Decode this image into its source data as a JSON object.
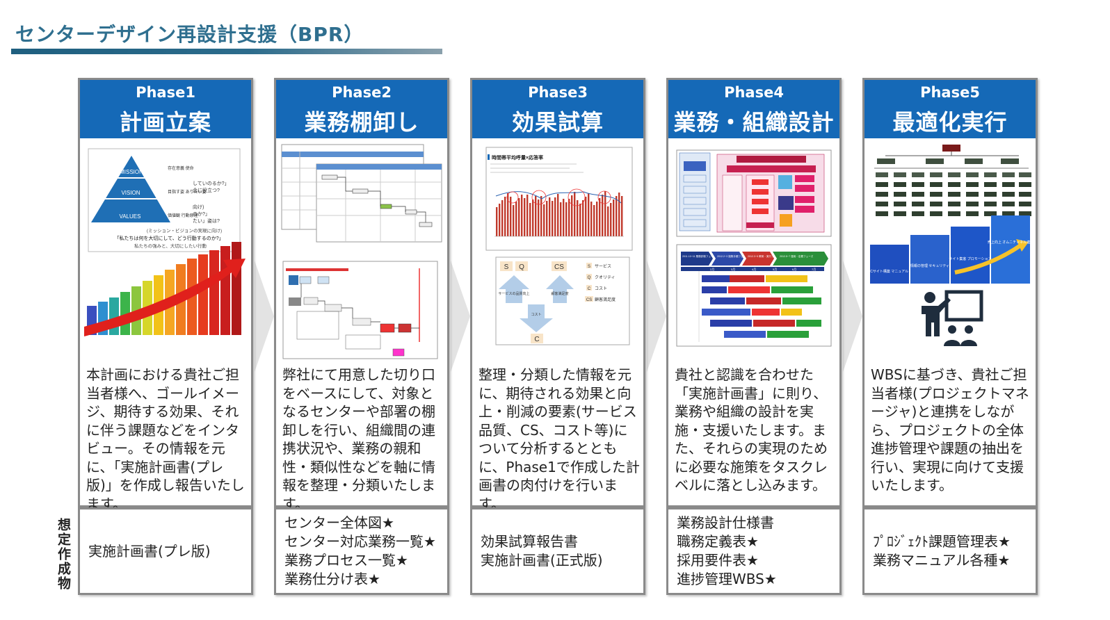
{
  "title": "センターデザイン再設計支援（BPR）",
  "outputs_label": "想定作成物",
  "phases": [
    {
      "num": "Phase1",
      "name": "計画立案",
      "description": "本計画における貴社ご担当者様へ、ゴールイメージ、期待する効果、それに伴う課題などをインタビュー。その情報を元に、「実施計画書(プレ版)」を作成し報告いたします。",
      "outputs": [
        "実施計画書(プレ版)"
      ],
      "illustration": {
        "pyramid_levels": [
          "MISSION",
          "VISION",
          "VALUES"
        ],
        "side_labels": [
          "存在意義 使命",
          "目指す姿 ありたい姿",
          "価値観 行動原理"
        ],
        "callouts": [
          "していのるか?」",
          "会に役立つ?",
          "向け)",
          "のか?」",
          "たい」姿は?"
        ],
        "caption_1": "(ミッション・ビジョンの実現に向け)",
        "caption_2": "「私たちは何を大切にして、どう行動するのか?」",
        "caption_3": "私たちの強みと、大切にしたい行動"
      }
    },
    {
      "num": "Phase2",
      "name": "業務棚卸し",
      "description": "弊社にて用意した切り口をベースにして、対象となるセンターや部署の棚卸しを行い、組織間の連携状況や、業務の親和性・類似性などを軸に情報を整理・分類いたします。",
      "outputs": [
        "センター全体図★",
        "センター対応業務一覧★",
        "業務プロセス一覧★",
        "業務仕分け表★"
      ]
    },
    {
      "num": "Phase3",
      "name": "効果試算",
      "description": "整理・分類した情報を元に、期待される効果と向上・削減の要素(サービス品質、CS、コスト等)について分析するとともに、Phase1で作成した計画書の肉付けを行います。",
      "outputs": [
        "効果試算報告書",
        "実施計画書(正式版)"
      ],
      "illustration": {
        "chart_title": "時間帯平均呼量×応答率",
        "sqcs": [
          "S",
          "Q",
          "CS",
          "C"
        ],
        "arrow_labels": [
          "サービスの品質向上",
          "顧客満足度",
          "コスト"
        ],
        "legend": [
          {
            "key": "S",
            "label": "サービス"
          },
          {
            "key": "Q",
            "label": "クオリティ"
          },
          {
            "key": "C",
            "label": "コスト"
          },
          {
            "key": "CS",
            "label": "顧客満足度"
          }
        ]
      }
    },
    {
      "num": "Phase4",
      "name": "業務・組織設計",
      "description": "貴社と認識を合わせた「実施計画書」に則り、業務や組織の設計を実施・支援いたします。また、それらの実現のために必要な施策をタスクレベルに落とし込みます。",
      "outputs": [
        "業務設計仕様書",
        "職務定義表★",
        "採用要件表★",
        "進捗管理WBS★"
      ],
      "illustration": {
        "periods": [
          "2011.10~11 業務診断フェーズ",
          "2012.2~3 施策手順フェーズ",
          "2012.3~5 教育・実行フェーズ",
          "2012.5~7 運用・定着フェーズ"
        ],
        "months": [
          "2月",
          "3月",
          "4月",
          "5月",
          "6月",
          "7月"
        ]
      }
    },
    {
      "num": "Phase5",
      "name": "最適化実行",
      "description": "WBSに基づき、貴社ご担当者様(プロジェクトマネージャ)と連携をしながら、プロジェクトの全体進捗管理や課題の抽出を行い、実現に向けて支援いたします。",
      "outputs": [
        "ﾌﾟﾛｼﾞｪｸﾄ課題管理表★",
        "業務マニュアル各種★"
      ],
      "illustration": {
        "steps": [
          "ECサイト構築 マニュアル",
          "情報の管理 セキュリティ",
          "サイト集客 プロモーション",
          "売上向上 オムニチャネル連携"
        ]
      }
    }
  ],
  "colors": {
    "header_blue": "#1569b7",
    "title_teal": "#2f6f8f",
    "border_gray": "#8a8a8a"
  }
}
